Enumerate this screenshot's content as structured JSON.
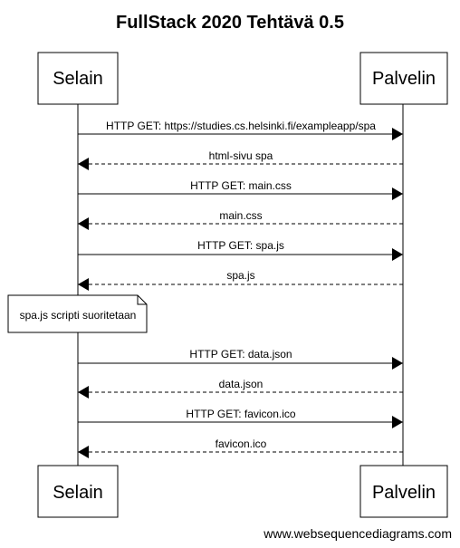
{
  "title": "FullStack 2020 Tehtävä 0.5",
  "participants": {
    "browser": "Selain",
    "server": "Palvelin"
  },
  "messages": [
    {
      "label": "HTTP GET: https://studies.cs.helsinki.fi/exampleapp/spa",
      "direction": "request"
    },
    {
      "label": "html-sivu spa",
      "direction": "response"
    },
    {
      "label": "HTTP GET: main.css",
      "direction": "request"
    },
    {
      "label": "main.css",
      "direction": "response"
    },
    {
      "label": "HTTP GET: spa.js",
      "direction": "request"
    },
    {
      "label": "spa.js",
      "direction": "response"
    },
    {
      "label": "HTTP GET: data.json",
      "direction": "request"
    },
    {
      "label": "data.json",
      "direction": "response"
    },
    {
      "label": "HTTP GET: favicon.ico",
      "direction": "request"
    },
    {
      "label": "favicon.ico",
      "direction": "response"
    }
  ],
  "note": "spa.js scripti suoritetaan",
  "footer": "www.websequencediagrams.com"
}
